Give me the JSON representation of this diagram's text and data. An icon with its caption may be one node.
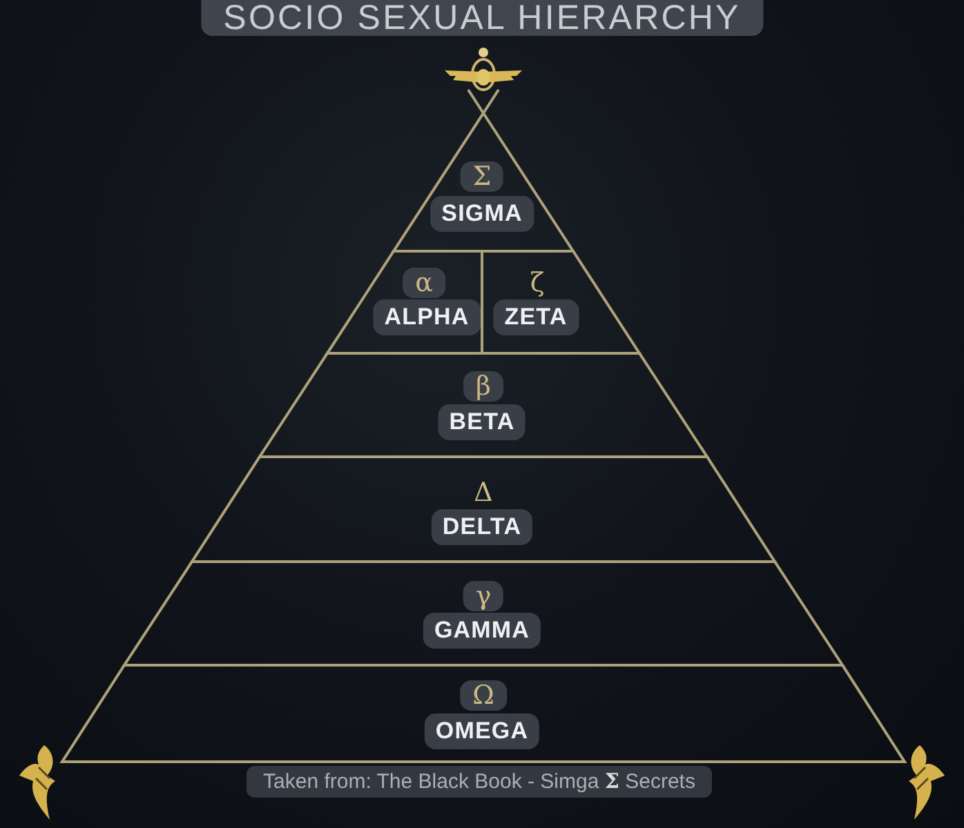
{
  "diagram": {
    "title": "SOCIO SEXUAL HIERARCHY",
    "caption": "Taken from: The Black Book - Simga **Σ** Secrets",
    "nodes": [
      {
        "text": [
          "Σ",
          "SIGMA"
        ]
      },
      {
        "text": [
          "α",
          "ALPHA"
        ]
      },
      {
        "text": [
          "ζ",
          "ZETA"
        ]
      },
      {
        "text": [
          "β",
          "BETA"
        ]
      },
      {
        "text": [
          "Δ",
          "DELTA"
        ]
      },
      {
        "text": [
          "γ",
          "GAMMA"
        ]
      },
      {
        "text": [
          "Ω",
          "OMEGA"
        ]
      }
    ]
  }
}
